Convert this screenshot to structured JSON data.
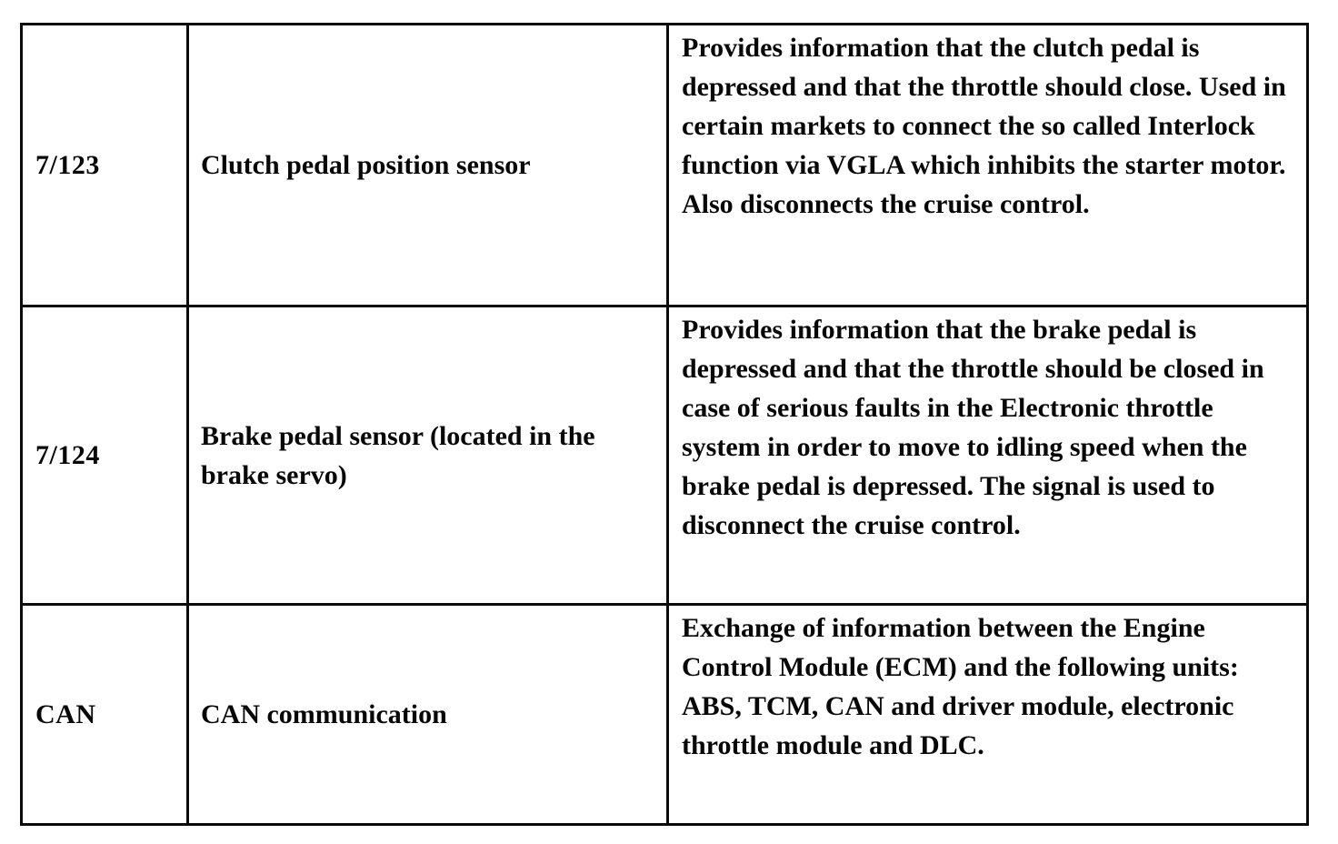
{
  "colors": {
    "background": "#ffffff",
    "border": "#0a0a0a",
    "text": "#070707"
  },
  "table": {
    "rows": [
      {
        "designation": "7/123",
        "component": "Clutch pedal position sensor",
        "description": "Provides information that the clutch pedal is depressed and that the throttle should close. Used in certain markets to connect the so called Interlock function via VGLA which inhibits the starter motor. Also disconnects the cruise control."
      },
      {
        "designation": "7/124",
        "component": "Brake pedal sensor (located in the brake servo)",
        "description": "Provides information that the brake pedal is depressed and that the throttle should be closed in case of serious faults in the Electronic throttle system in order to move to idling speed when the brake pedal is depressed. The signal is used to disconnect the cruise control."
      },
      {
        "designation": "CAN",
        "component": "CAN communication",
        "description": "Exchange of information between the Engine Control Module (ECM) and the following units: ABS, TCM, CAN and driver module, electronic throttle module and DLC."
      }
    ]
  }
}
